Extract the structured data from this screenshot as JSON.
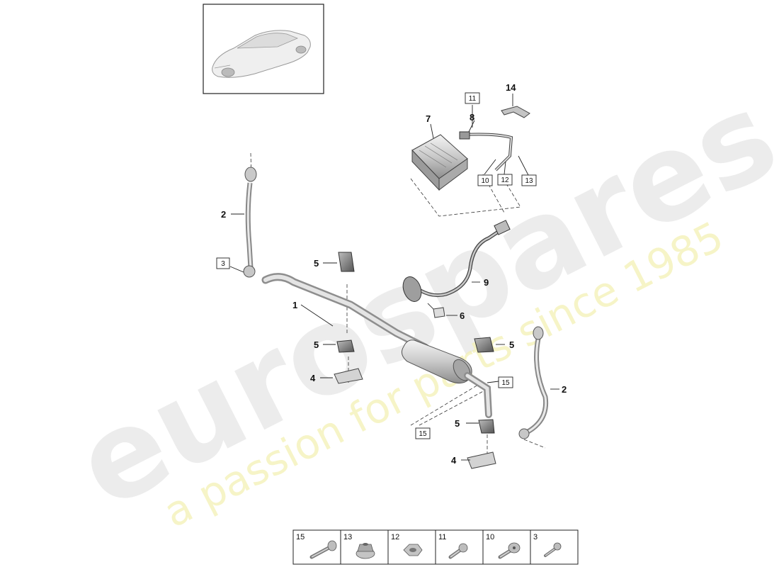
{
  "diagram": {
    "plain_labels": [
      {
        "id": "lbl-1",
        "text": "1"
      },
      {
        "id": "lbl-2a",
        "text": "2"
      },
      {
        "id": "lbl-2b",
        "text": "2"
      },
      {
        "id": "lbl-4a",
        "text": "4"
      },
      {
        "id": "lbl-4b",
        "text": "4"
      },
      {
        "id": "lbl-5a",
        "text": "5"
      },
      {
        "id": "lbl-5b",
        "text": "5"
      },
      {
        "id": "lbl-5c",
        "text": "5"
      },
      {
        "id": "lbl-5d",
        "text": "5"
      },
      {
        "id": "lbl-6",
        "text": "6"
      },
      {
        "id": "lbl-7",
        "text": "7"
      },
      {
        "id": "lbl-8",
        "text": "8"
      },
      {
        "id": "lbl-9",
        "text": "9"
      },
      {
        "id": "lbl-14",
        "text": "14"
      }
    ],
    "boxed_labels": [
      {
        "id": "box-3",
        "text": "3"
      },
      {
        "id": "box-10",
        "text": "10"
      },
      {
        "id": "box-11",
        "text": "11"
      },
      {
        "id": "box-12",
        "text": "12"
      },
      {
        "id": "box-13",
        "text": "13"
      },
      {
        "id": "box-15a",
        "text": "15"
      },
      {
        "id": "box-15b",
        "text": "15"
      }
    ],
    "fastener_table": [
      {
        "number": "15",
        "icon": "long-bolt-icon"
      },
      {
        "number": "13",
        "icon": "flange-nut-icon"
      },
      {
        "number": "12",
        "icon": "hex-nut-icon"
      },
      {
        "number": "11",
        "icon": "short-bolt-icon"
      },
      {
        "number": "10",
        "icon": "torx-bolt-icon"
      },
      {
        "number": "3",
        "icon": "small-bolt-icon"
      }
    ]
  },
  "watermark": {
    "brand": "eurospares",
    "tagline": "a passion for parts since 1985",
    "brand_color": "#e6e6e6",
    "tagline_color": "#f3f0b4"
  },
  "thumbnail": {
    "icon": "car-thumbnail-icon"
  }
}
